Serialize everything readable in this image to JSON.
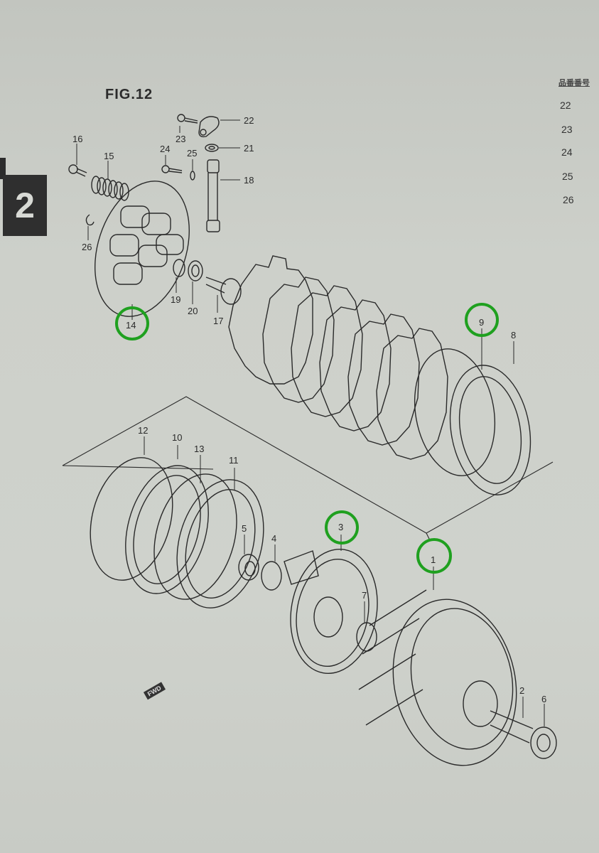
{
  "figure": {
    "title": "FIG.12",
    "section_number": "2"
  },
  "side_column": {
    "header": "品番番号",
    "numbers": [
      "22",
      "23",
      "24",
      "25",
      "26"
    ]
  },
  "parts": [
    {
      "ref": "1",
      "highlighted": true
    },
    {
      "ref": "2",
      "highlighted": false
    },
    {
      "ref": "3",
      "highlighted": true
    },
    {
      "ref": "4",
      "highlighted": false
    },
    {
      "ref": "5",
      "highlighted": false
    },
    {
      "ref": "6",
      "highlighted": false
    },
    {
      "ref": "7",
      "highlighted": false
    },
    {
      "ref": "8",
      "highlighted": false
    },
    {
      "ref": "9",
      "highlighted": true
    },
    {
      "ref": "10",
      "highlighted": false
    },
    {
      "ref": "11",
      "highlighted": false
    },
    {
      "ref": "12",
      "highlighted": false
    },
    {
      "ref": "13",
      "highlighted": false
    },
    {
      "ref": "14",
      "highlighted": true
    },
    {
      "ref": "15",
      "highlighted": false
    },
    {
      "ref": "16",
      "highlighted": false
    },
    {
      "ref": "17",
      "highlighted": false
    },
    {
      "ref": "18",
      "highlighted": false
    },
    {
      "ref": "19",
      "highlighted": false
    },
    {
      "ref": "20",
      "highlighted": false
    },
    {
      "ref": "21",
      "highlighted": false
    },
    {
      "ref": "22",
      "highlighted": false
    },
    {
      "ref": "23",
      "highlighted": false
    },
    {
      "ref": "24",
      "highlighted": false
    },
    {
      "ref": "25",
      "highlighted": false
    },
    {
      "ref": "26",
      "highlighted": false
    }
  ],
  "direction_marker": "FWD",
  "colors": {
    "highlight": "#1fa01f",
    "ink": "#2a2a2a",
    "paper": "#cdd0ca"
  }
}
